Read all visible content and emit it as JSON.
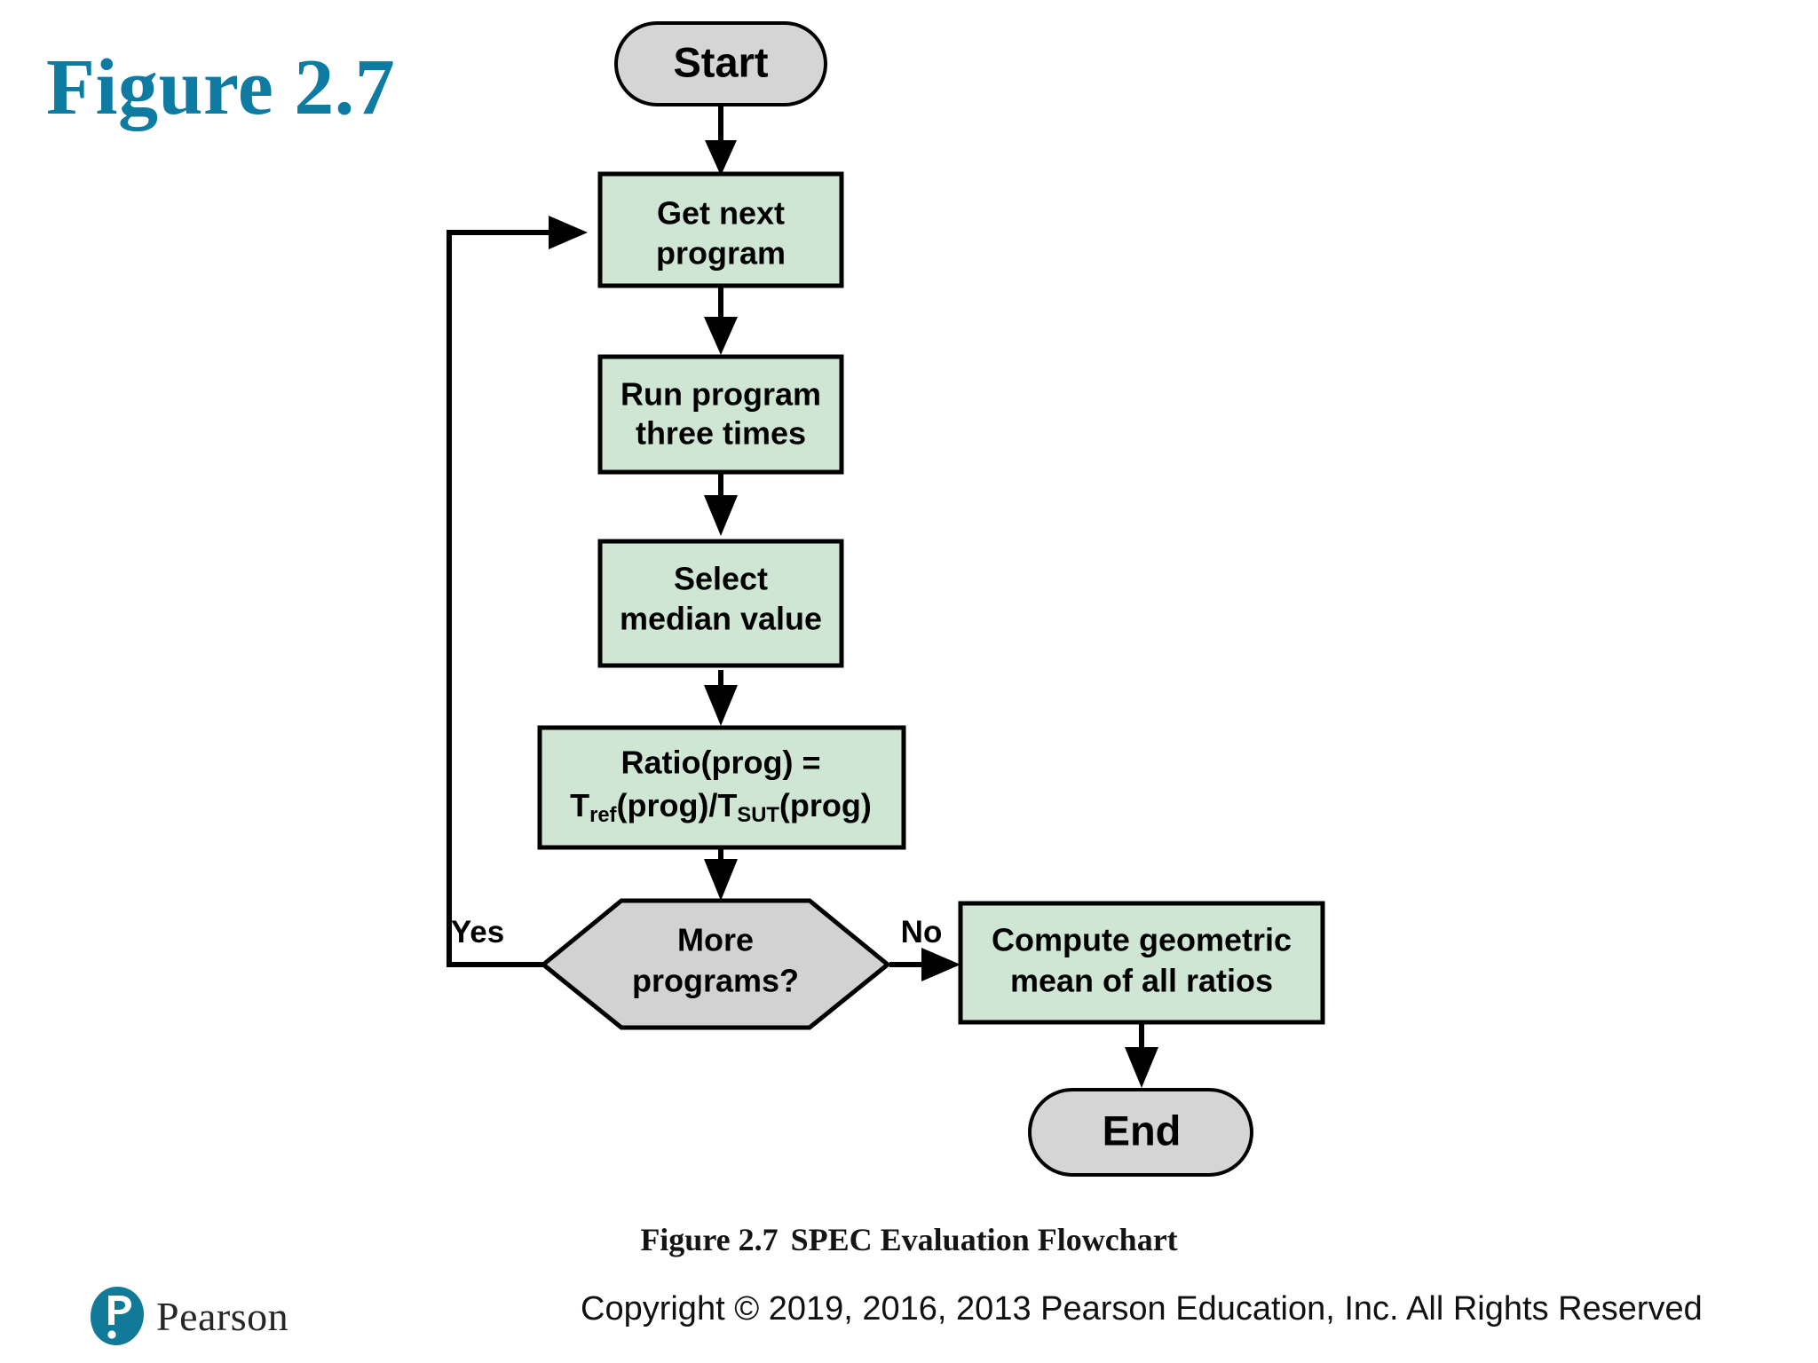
{
  "figure": {
    "title": "Figure 2.7",
    "caption_number": "Figure 2.7",
    "caption_text": "SPEC Evaluation Flowchart",
    "title_color": "#0e7ba3"
  },
  "flowchart": {
    "nodes": {
      "start": {
        "label": "Start",
        "type": "terminator",
        "fill": "#d5d5d5"
      },
      "get_next_program": {
        "line1": "Get next",
        "line2": "program",
        "type": "process",
        "fill": "#cfe6d5"
      },
      "run_program": {
        "line1": "Run program",
        "line2": "three times",
        "type": "process",
        "fill": "#cfe6d5"
      },
      "select_median": {
        "line1": "Select",
        "line2": "median value",
        "type": "process",
        "fill": "#cfe6d5"
      },
      "ratio": {
        "line1": "Ratio(prog) =",
        "line2_a": "T",
        "line2_sub_a": "ref",
        "line2_b": "(prog)/T",
        "line2_sub_b": "SUT",
        "line2_c": "(prog)",
        "type": "process",
        "fill": "#cfe6d5"
      },
      "decision": {
        "line1": "More",
        "line2": "programs?",
        "type": "decision",
        "fill": "#d2d2d2"
      },
      "compute_geomean": {
        "line1": "Compute geometric",
        "line2": "mean of all ratios",
        "type": "process",
        "fill": "#cfe6d5"
      },
      "end": {
        "label": "End",
        "type": "terminator",
        "fill": "#d5d5d5"
      }
    },
    "edge_labels": {
      "yes": "Yes",
      "no": "No"
    }
  },
  "footer": {
    "brand": "Pearson",
    "copyright": "Copyright © 2019, 2016, 2013 Pearson Education, Inc. All Rights Reserved",
    "logo_color": "#127a99"
  }
}
